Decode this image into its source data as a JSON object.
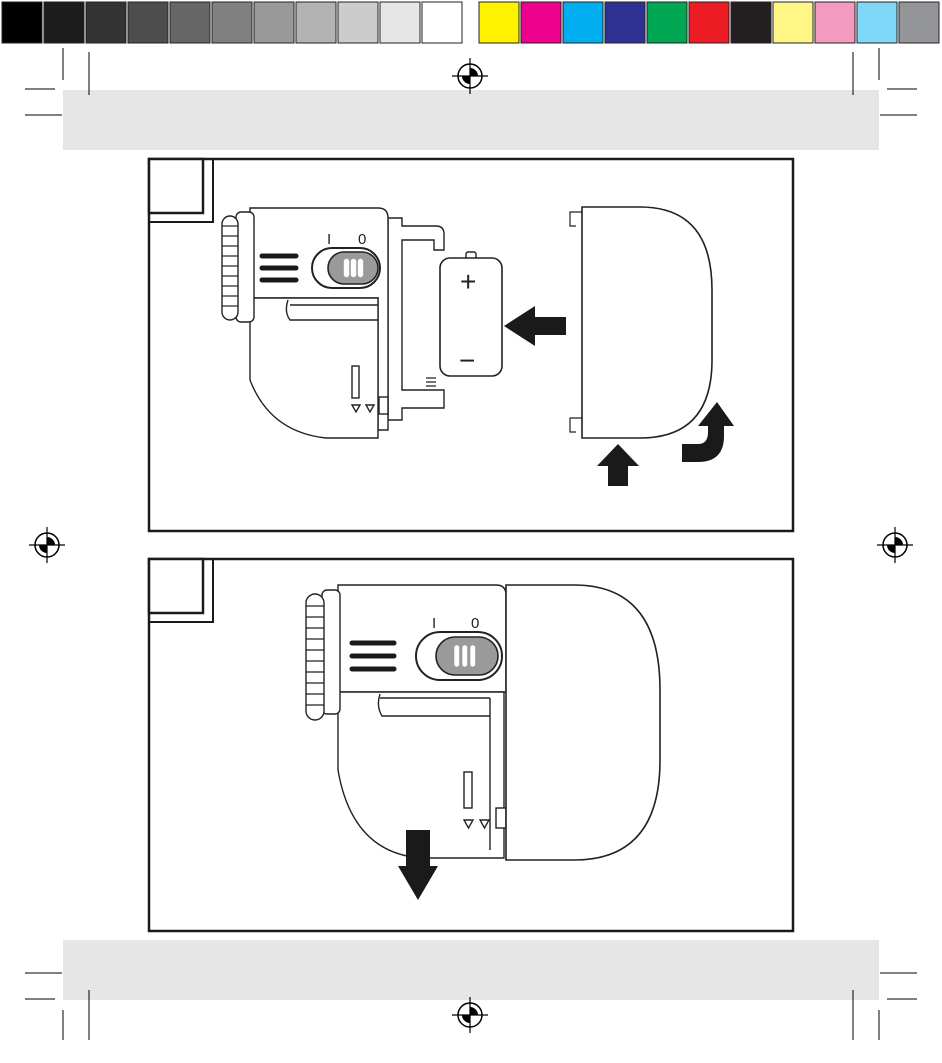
{
  "print_marks": {
    "color_bar": [
      "#000000",
      "#1c1c1c",
      "#333333",
      "#4d4d4d",
      "#666666",
      "#808080",
      "#999999",
      "#b3b3b3",
      "#cccccc",
      "#e6e6e6",
      "#ffffff",
      "#fff200",
      "#ec008c",
      "#00aeef",
      "#2e3192",
      "#00a651",
      "#ed1c24",
      "#231f20",
      "#fff685",
      "#f49ac1",
      "#7fd8f7",
      "#939598"
    ],
    "band_color": "#e6e6e6"
  },
  "panel_1": {
    "switch_off_label": "I",
    "switch_on_label": "0",
    "battery_plus": "+",
    "battery_minus": "−"
  },
  "panel_2": {
    "switch_off_label": "I",
    "switch_on_label": "0"
  }
}
